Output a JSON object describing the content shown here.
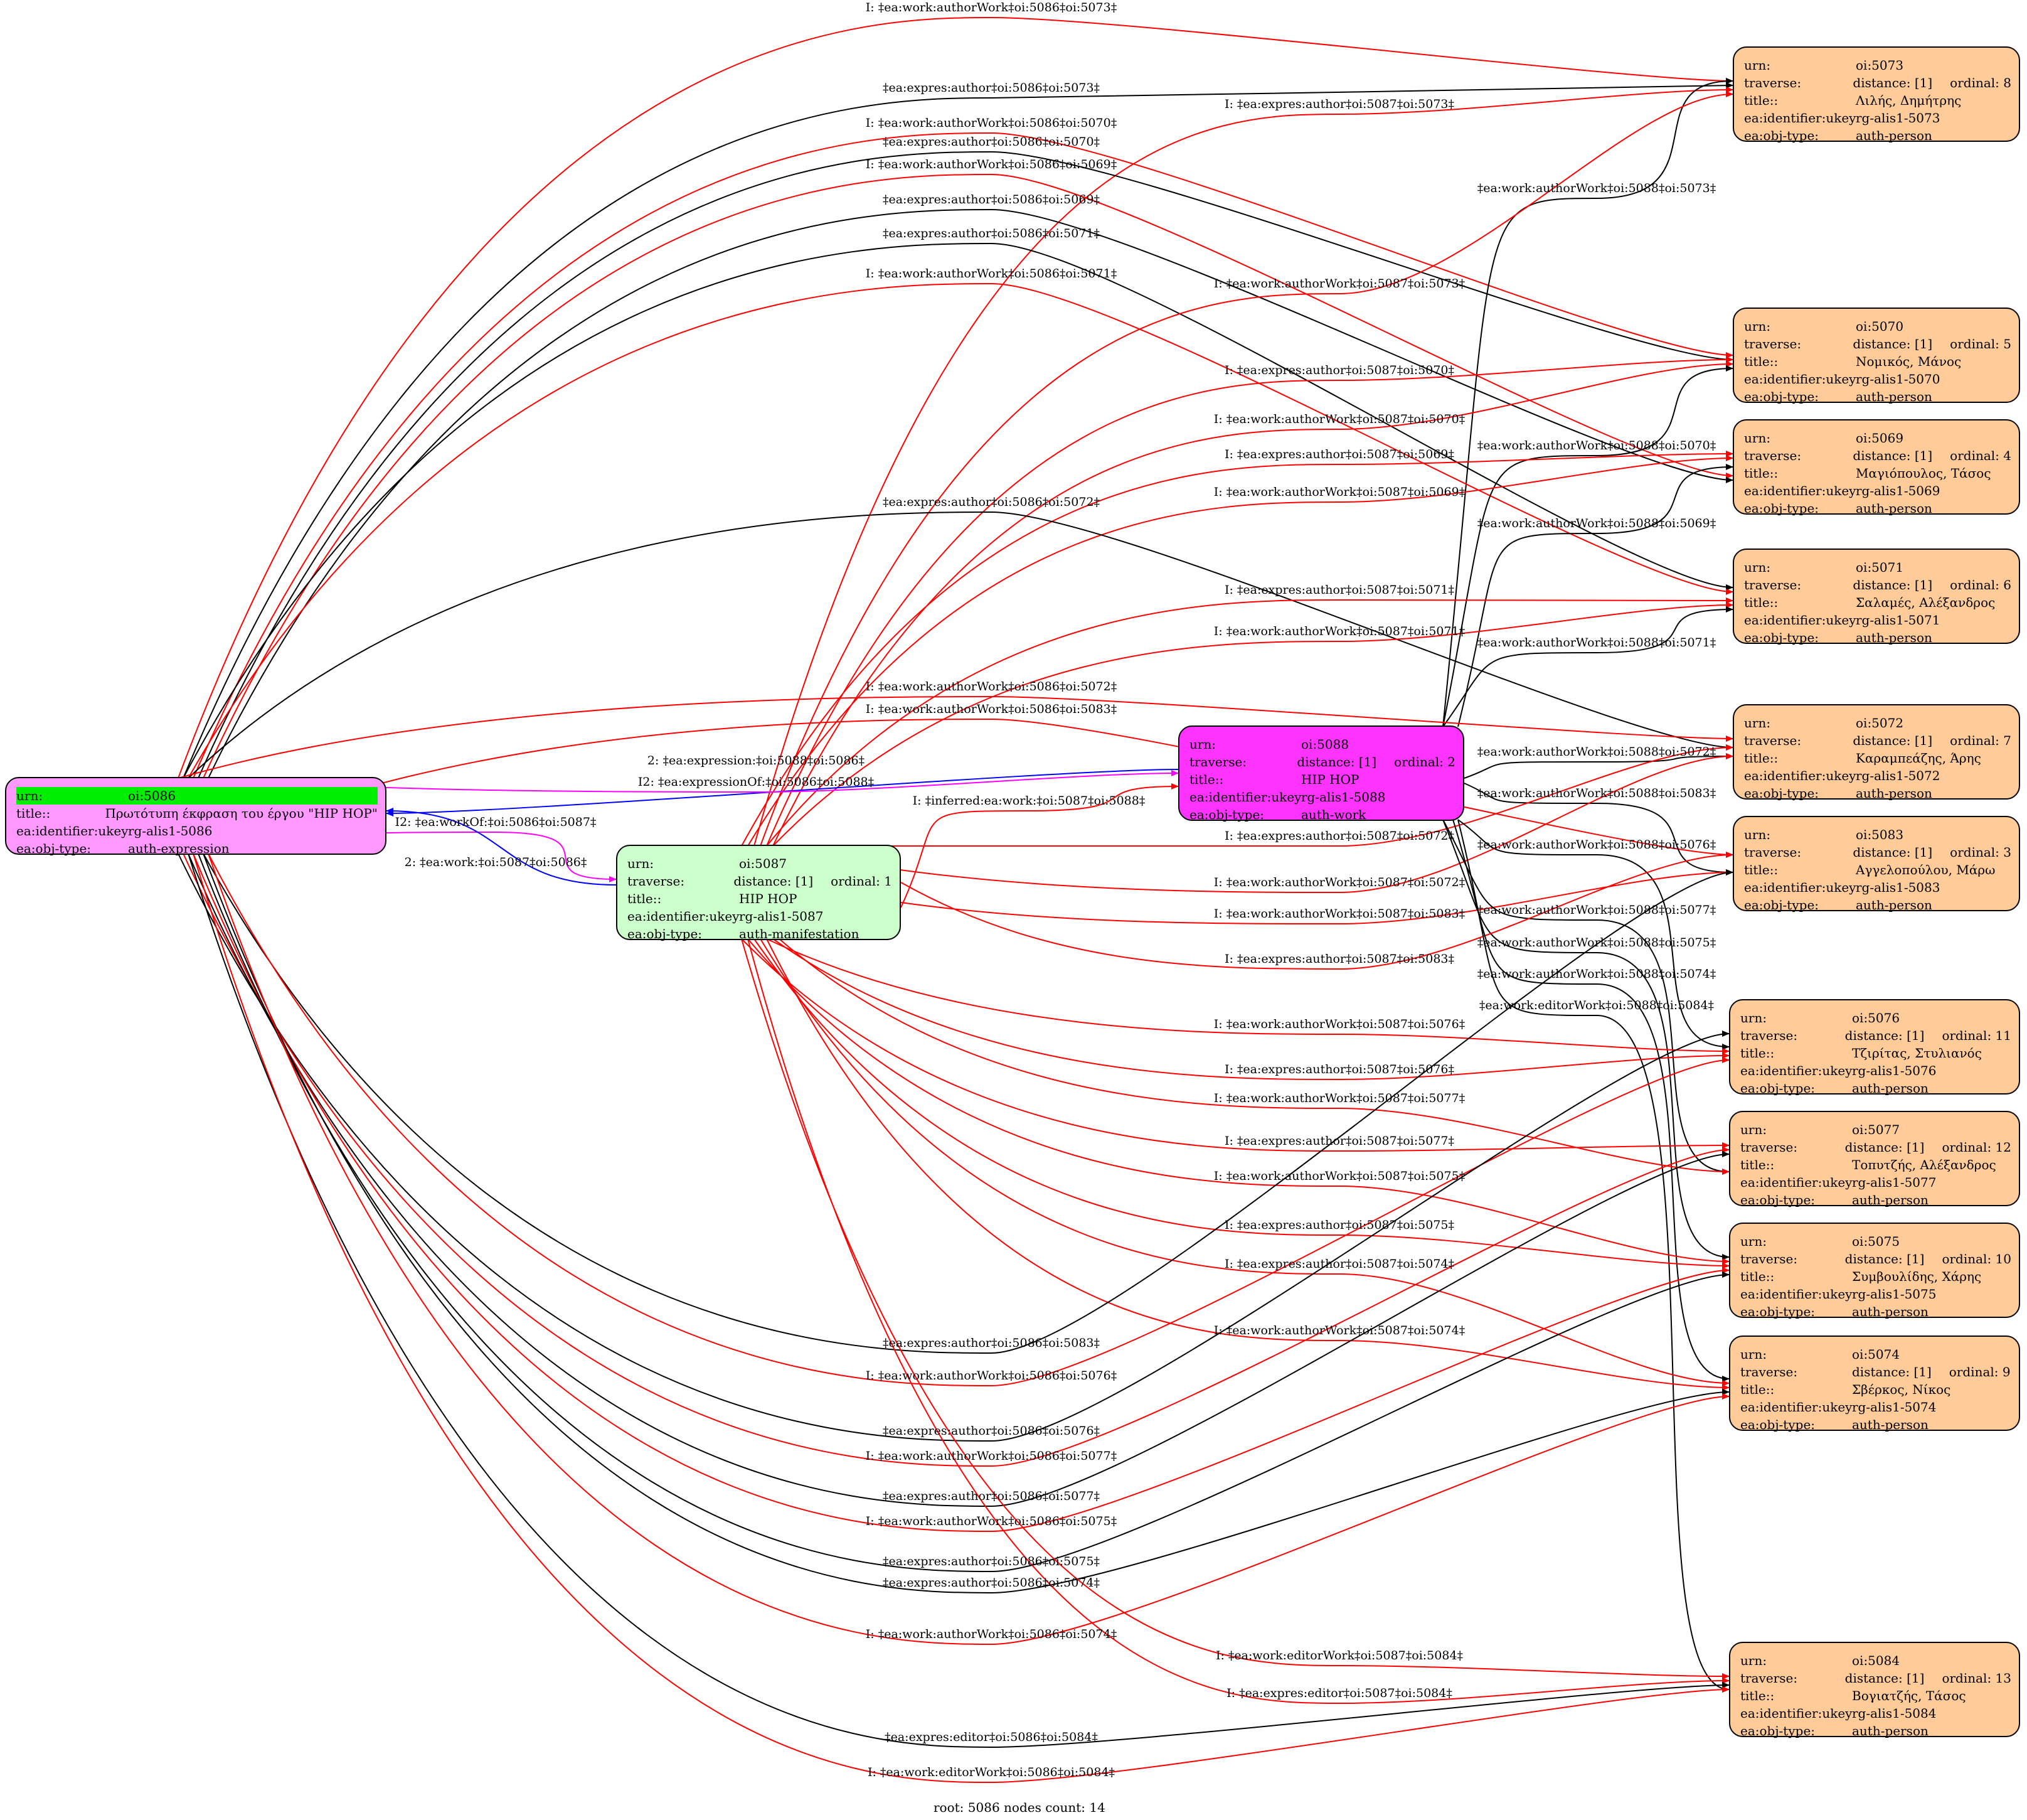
{
  "footer": "root: 5086 nodes count: 14",
  "colors": {
    "expression": "#ff99ff",
    "manifestation": "#ccffcc",
    "work": "#ff33ff",
    "person": "#ffcc99",
    "header_highlight": "#00ee00",
    "edge_black": "#000000",
    "edge_red": "#ff0000",
    "edge_blue": "#0000ff",
    "edge_magenta": "#ff00ff"
  },
  "nodes": [
    {
      "id": "5086",
      "kind": "expression",
      "rows": [
        [
          "urn:",
          "oi:5086"
        ],
        [
          "title::",
          "Πρωτότυπη έκφραση του έργου \"HIP HOP\""
        ],
        [
          "ea:identifier:ukey",
          "rg-alis1-5086"
        ],
        [
          "ea:obj-type:",
          "auth-expression"
        ]
      ]
    },
    {
      "id": "5087",
      "kind": "manifestation",
      "rows": [
        [
          "urn:",
          "oi:5087"
        ],
        [
          "traverse:",
          "distance: [1]",
          "ordinal: 1"
        ],
        [
          "title::",
          "HIP HOP"
        ],
        [
          "ea:identifier:ukey",
          "rg-alis1-5087"
        ],
        [
          "ea:obj-type:",
          "auth-manifestation"
        ]
      ]
    },
    {
      "id": "5088",
      "kind": "work",
      "rows": [
        [
          "urn:",
          "oi:5088"
        ],
        [
          "traverse:",
          "distance: [1]",
          "ordinal: 2"
        ],
        [
          "title::",
          "HIP HOP"
        ],
        [
          "ea:identifier:ukey",
          "rg-alis1-5088"
        ],
        [
          "ea:obj-type:",
          "auth-work"
        ]
      ]
    },
    {
      "id": "5073",
      "kind": "person",
      "rows": [
        [
          "urn:",
          "oi:5073"
        ],
        [
          "traverse:",
          "distance: [1]",
          "ordinal: 8"
        ],
        [
          "title::",
          "Λιλής, Δημήτρης"
        ],
        [
          "ea:identifier:ukey",
          "rg-alis1-5073"
        ],
        [
          "ea:obj-type:",
          "auth-person"
        ]
      ]
    },
    {
      "id": "5070",
      "kind": "person",
      "rows": [
        [
          "urn:",
          "oi:5070"
        ],
        [
          "traverse:",
          "distance: [1]",
          "ordinal: 5"
        ],
        [
          "title::",
          "Νομικός, Μάνος"
        ],
        [
          "ea:identifier:ukey",
          "rg-alis1-5070"
        ],
        [
          "ea:obj-type:",
          "auth-person"
        ]
      ]
    },
    {
      "id": "5069",
      "kind": "person",
      "rows": [
        [
          "urn:",
          "oi:5069"
        ],
        [
          "traverse:",
          "distance: [1]",
          "ordinal: 4"
        ],
        [
          "title::",
          "Μαγιόπουλος, Τάσος"
        ],
        [
          "ea:identifier:ukey",
          "rg-alis1-5069"
        ],
        [
          "ea:obj-type:",
          "auth-person"
        ]
      ]
    },
    {
      "id": "5071",
      "kind": "person",
      "rows": [
        [
          "urn:",
          "oi:5071"
        ],
        [
          "traverse:",
          "distance: [1]",
          "ordinal: 6"
        ],
        [
          "title::",
          "Σαλαμές, Αλέξανδρος"
        ],
        [
          "ea:identifier:ukey",
          "rg-alis1-5071"
        ],
        [
          "ea:obj-type:",
          "auth-person"
        ]
      ]
    },
    {
      "id": "5072",
      "kind": "person",
      "rows": [
        [
          "urn:",
          "oi:5072"
        ],
        [
          "traverse:",
          "distance: [1]",
          "ordinal: 7"
        ],
        [
          "title::",
          "Καραμπεάζης, Άρης"
        ],
        [
          "ea:identifier:ukey",
          "rg-alis1-5072"
        ],
        [
          "ea:obj-type:",
          "auth-person"
        ]
      ]
    },
    {
      "id": "5083",
      "kind": "person",
      "rows": [
        [
          "urn:",
          "oi:5083"
        ],
        [
          "traverse:",
          "distance: [1]",
          "ordinal: 3"
        ],
        [
          "title::",
          "Αγγελοπούλου, Μάρω"
        ],
        [
          "ea:identifier:ukey",
          "rg-alis1-5083"
        ],
        [
          "ea:obj-type:",
          "auth-person"
        ]
      ]
    },
    {
      "id": "5076",
      "kind": "person",
      "rows": [
        [
          "urn:",
          "oi:5076"
        ],
        [
          "traverse:",
          "distance: [1]",
          "ordinal: 11"
        ],
        [
          "title::",
          "Τζιρίτας, Στυλιανός"
        ],
        [
          "ea:identifier:ukey",
          "rg-alis1-5076"
        ],
        [
          "ea:obj-type:",
          "auth-person"
        ]
      ]
    },
    {
      "id": "5077",
      "kind": "person",
      "rows": [
        [
          "urn:",
          "oi:5077"
        ],
        [
          "traverse:",
          "distance: [1]",
          "ordinal: 12"
        ],
        [
          "title::",
          "Τοπυτζής, Αλέξανδρος"
        ],
        [
          "ea:identifier:ukey",
          "rg-alis1-5077"
        ],
        [
          "ea:obj-type:",
          "auth-person"
        ]
      ]
    },
    {
      "id": "5075",
      "kind": "person",
      "rows": [
        [
          "urn:",
          "oi:5075"
        ],
        [
          "traverse:",
          "distance: [1]",
          "ordinal: 10"
        ],
        [
          "title::",
          "Συμβουλίδης, Χάρης"
        ],
        [
          "ea:identifier:ukey",
          "rg-alis1-5075"
        ],
        [
          "ea:obj-type:",
          "auth-person"
        ]
      ]
    },
    {
      "id": "5074",
      "kind": "person",
      "rows": [
        [
          "urn:",
          "oi:5074"
        ],
        [
          "traverse:",
          "distance: [1]",
          "ordinal: 9"
        ],
        [
          "title::",
          "Σβέρκος, Νίκος"
        ],
        [
          "ea:identifier:ukey",
          "rg-alis1-5074"
        ],
        [
          "ea:obj-type:",
          "auth-person"
        ]
      ]
    },
    {
      "id": "5084",
      "kind": "person",
      "rows": [
        [
          "urn:",
          "oi:5084"
        ],
        [
          "traverse:",
          "distance: [1]",
          "ordinal: 13"
        ],
        [
          "title::",
          "Βογιατζής, Τάσος"
        ],
        [
          "ea:identifier:ukey",
          "rg-alis1-5084"
        ],
        [
          "ea:obj-type:",
          "auth-person"
        ]
      ]
    }
  ],
  "edges": [
    {
      "from": "5086",
      "to": "5073",
      "color": "red",
      "label": "I: ‡ea:work:authorWork‡oi:5086‡oi:5073‡"
    },
    {
      "from": "5086",
      "to": "5073",
      "color": "black",
      "label": "‡ea:expres:author‡oi:5086‡oi:5073‡"
    },
    {
      "from": "5087",
      "to": "5073",
      "color": "red",
      "label": "I: ‡ea:expres:author‡oi:5087‡oi:5073‡"
    },
    {
      "from": "5086",
      "to": "5070",
      "color": "red",
      "label": "I: ‡ea:work:authorWork‡oi:5086‡oi:5070‡"
    },
    {
      "from": "5086",
      "to": "5070",
      "color": "black",
      "label": "‡ea:expres:author‡oi:5086‡oi:5070‡"
    },
    {
      "from": "5086",
      "to": "5069",
      "color": "red",
      "label": "I: ‡ea:work:authorWork‡oi:5086‡oi:5069‡"
    },
    {
      "from": "5086",
      "to": "5069",
      "color": "black",
      "label": "‡ea:expres:author‡oi:5086‡oi:5069‡"
    },
    {
      "from": "5088",
      "to": "5073",
      "color": "black",
      "label": "‡ea:work:authorWork‡oi:5088‡oi:5073‡"
    },
    {
      "from": "5086",
      "to": "5071",
      "color": "black",
      "label": "‡ea:expres:author‡oi:5086‡oi:5071‡"
    },
    {
      "from": "5086",
      "to": "5071",
      "color": "red",
      "label": "I: ‡ea:work:authorWork‡oi:5086‡oi:5071‡"
    },
    {
      "from": "5087",
      "to": "5073",
      "color": "red",
      "label": "I: ‡ea:work:authorWork‡oi:5087‡oi:5073‡"
    },
    {
      "from": "5087",
      "to": "5070",
      "color": "red",
      "label": "I: ‡ea:expres:author‡oi:5087‡oi:5070‡"
    },
    {
      "from": "5087",
      "to": "5070",
      "color": "red",
      "label": "I: ‡ea:work:authorWork‡oi:5087‡oi:5070‡"
    },
    {
      "from": "5088",
      "to": "5070",
      "color": "black",
      "label": "‡ea:work:authorWork‡oi:5088‡oi:5070‡"
    },
    {
      "from": "5087",
      "to": "5069",
      "color": "red",
      "label": "I: ‡ea:expres:author‡oi:5087‡oi:5069‡"
    },
    {
      "from": "5087",
      "to": "5069",
      "color": "red",
      "label": "I: ‡ea:work:authorWork‡oi:5087‡oi:5069‡"
    },
    {
      "from": "5086",
      "to": "5072",
      "color": "black",
      "label": "‡ea:expres:author‡oi:5086‡oi:5072‡"
    },
    {
      "from": "5088",
      "to": "5069",
      "color": "black",
      "label": "‡ea:work:authorWork‡oi:5088‡oi:5069‡"
    },
    {
      "from": "5087",
      "to": "5071",
      "color": "red",
      "label": "I: ‡ea:expres:author‡oi:5087‡oi:5071‡"
    },
    {
      "from": "5087",
      "to": "5071",
      "color": "red",
      "label": "I: ‡ea:work:authorWork‡oi:5087‡oi:5071‡"
    },
    {
      "from": "5088",
      "to": "5071",
      "color": "black",
      "label": "‡ea:work:authorWork‡oi:5088‡oi:5071‡"
    },
    {
      "from": "5086",
      "to": "5072",
      "color": "red",
      "label": "I: ‡ea:work:authorWork‡oi:5086‡oi:5072‡"
    },
    {
      "from": "5086",
      "to": "5083",
      "color": "red",
      "label": "I: ‡ea:work:authorWork‡oi:5086‡oi:5083‡"
    },
    {
      "from": "5088",
      "to": "5086",
      "color": "blue",
      "label": "2: ‡ea:expression:‡oi:5088‡oi:5086‡"
    },
    {
      "from": "5086",
      "to": "5088",
      "color": "magenta",
      "label": "I2: ‡ea:expressionOf:‡oi:5086‡oi:5088‡"
    },
    {
      "from": "5088",
      "to": "5072",
      "color": "black",
      "label": "‡ea:work:authorWork‡oi:5088‡oi:5072‡"
    },
    {
      "from": "5088",
      "to": "5083",
      "color": "black",
      "label": "‡ea:work:authorWork‡oi:5088‡oi:5083‡"
    },
    {
      "from": "5087",
      "to": "5088",
      "color": "red",
      "label": "I: ‡inferred:ea:work:‡oi:5087‡oi:5088‡"
    },
    {
      "from": "5086",
      "to": "5087",
      "color": "magenta",
      "label": "I2: ‡ea:workOf:‡oi:5086‡oi:5087‡"
    },
    {
      "from": "5087",
      "to": "5086",
      "color": "blue",
      "label": "2: ‡ea:work:‡oi:5087‡oi:5086‡"
    },
    {
      "from": "5087",
      "to": "5072",
      "color": "red",
      "label": "I: ‡ea:expres:author‡oi:5087‡oi:5072‡"
    },
    {
      "from": "5088",
      "to": "5076",
      "color": "black",
      "label": "‡ea:work:authorWork‡oi:5088‡oi:5076‡"
    },
    {
      "from": "5087",
      "to": "5072",
      "color": "red",
      "label": "I: ‡ea:work:authorWork‡oi:5087‡oi:5072‡"
    },
    {
      "from": "5087",
      "to": "5083",
      "color": "red",
      "label": "I: ‡ea:work:authorWork‡oi:5087‡oi:5083‡"
    },
    {
      "from": "5088",
      "to": "5077",
      "color": "black",
      "label": "‡ea:work:authorWork‡oi:5088‡oi:5077‡"
    },
    {
      "from": "5088",
      "to": "5075",
      "color": "black",
      "label": "‡ea:work:authorWork‡oi:5088‡oi:5075‡"
    },
    {
      "from": "5087",
      "to": "5083",
      "color": "red",
      "label": "I: ‡ea:expres:author‡oi:5087‡oi:5083‡"
    },
    {
      "from": "5088",
      "to": "5074",
      "color": "black",
      "label": "‡ea:work:authorWork‡oi:5088‡oi:5074‡"
    },
    {
      "from": "5088",
      "to": "5084",
      "color": "black",
      "label": "‡ea:work:editorWork‡oi:5088‡oi:5084‡"
    },
    {
      "from": "5087",
      "to": "5076",
      "color": "red",
      "label": "I: ‡ea:work:authorWork‡oi:5087‡oi:5076‡"
    },
    {
      "from": "5087",
      "to": "5076",
      "color": "red",
      "label": "I: ‡ea:expres:author‡oi:5087‡oi:5076‡"
    },
    {
      "from": "5087",
      "to": "5077",
      "color": "red",
      "label": "I: ‡ea:work:authorWork‡oi:5087‡oi:5077‡"
    },
    {
      "from": "5087",
      "to": "5077",
      "color": "red",
      "label": "I: ‡ea:expres:author‡oi:5087‡oi:5077‡"
    },
    {
      "from": "5087",
      "to": "5075",
      "color": "red",
      "label": "I: ‡ea:work:authorWork‡oi:5087‡oi:5075‡"
    },
    {
      "from": "5087",
      "to": "5075",
      "color": "red",
      "label": "I: ‡ea:expres:author‡oi:5087‡oi:5075‡"
    },
    {
      "from": "5087",
      "to": "5074",
      "color": "red",
      "label": "I: ‡ea:expres:author‡oi:5087‡oi:5074‡"
    },
    {
      "from": "5087",
      "to": "5074",
      "color": "red",
      "label": "I: ‡ea:work:authorWork‡oi:5087‡oi:5074‡"
    },
    {
      "from": "5086",
      "to": "5083",
      "color": "black",
      "label": "‡ea:expres:author‡oi:5086‡oi:5083‡"
    },
    {
      "from": "5086",
      "to": "5076",
      "color": "red",
      "label": "I: ‡ea:work:authorWork‡oi:5086‡oi:5076‡"
    },
    {
      "from": "5086",
      "to": "5076",
      "color": "black",
      "label": "‡ea:expres:author‡oi:5086‡oi:5076‡"
    },
    {
      "from": "5086",
      "to": "5077",
      "color": "red",
      "label": "I: ‡ea:work:authorWork‡oi:5086‡oi:5077‡"
    },
    {
      "from": "5086",
      "to": "5077",
      "color": "black",
      "label": "‡ea:expres:author‡oi:5086‡oi:5077‡"
    },
    {
      "from": "5086",
      "to": "5075",
      "color": "red",
      "label": "I: ‡ea:work:authorWork‡oi:5086‡oi:5075‡"
    },
    {
      "from": "5086",
      "to": "5075",
      "color": "black",
      "label": "‡ea:expres:author‡oi:5086‡oi:5075‡"
    },
    {
      "from": "5086",
      "to": "5074",
      "color": "black",
      "label": "‡ea:expres:author‡oi:5086‡oi:5074‡"
    },
    {
      "from": "5086",
      "to": "5074",
      "color": "red",
      "label": "I: ‡ea:work:authorWork‡oi:5086‡oi:5074‡"
    },
    {
      "from": "5087",
      "to": "5084",
      "color": "red",
      "label": "I: ‡ea:work:editorWork‡oi:5087‡oi:5084‡"
    },
    {
      "from": "5087",
      "to": "5084",
      "color": "red",
      "label": "I: ‡ea:expres:editor‡oi:5087‡oi:5084‡"
    },
    {
      "from": "5086",
      "to": "5084",
      "color": "black",
      "label": "‡ea:expres:editor‡oi:5086‡oi:5084‡"
    },
    {
      "from": "5086",
      "to": "5084",
      "color": "red",
      "label": "I: ‡ea:work:editorWork‡oi:5086‡oi:5084‡"
    }
  ]
}
